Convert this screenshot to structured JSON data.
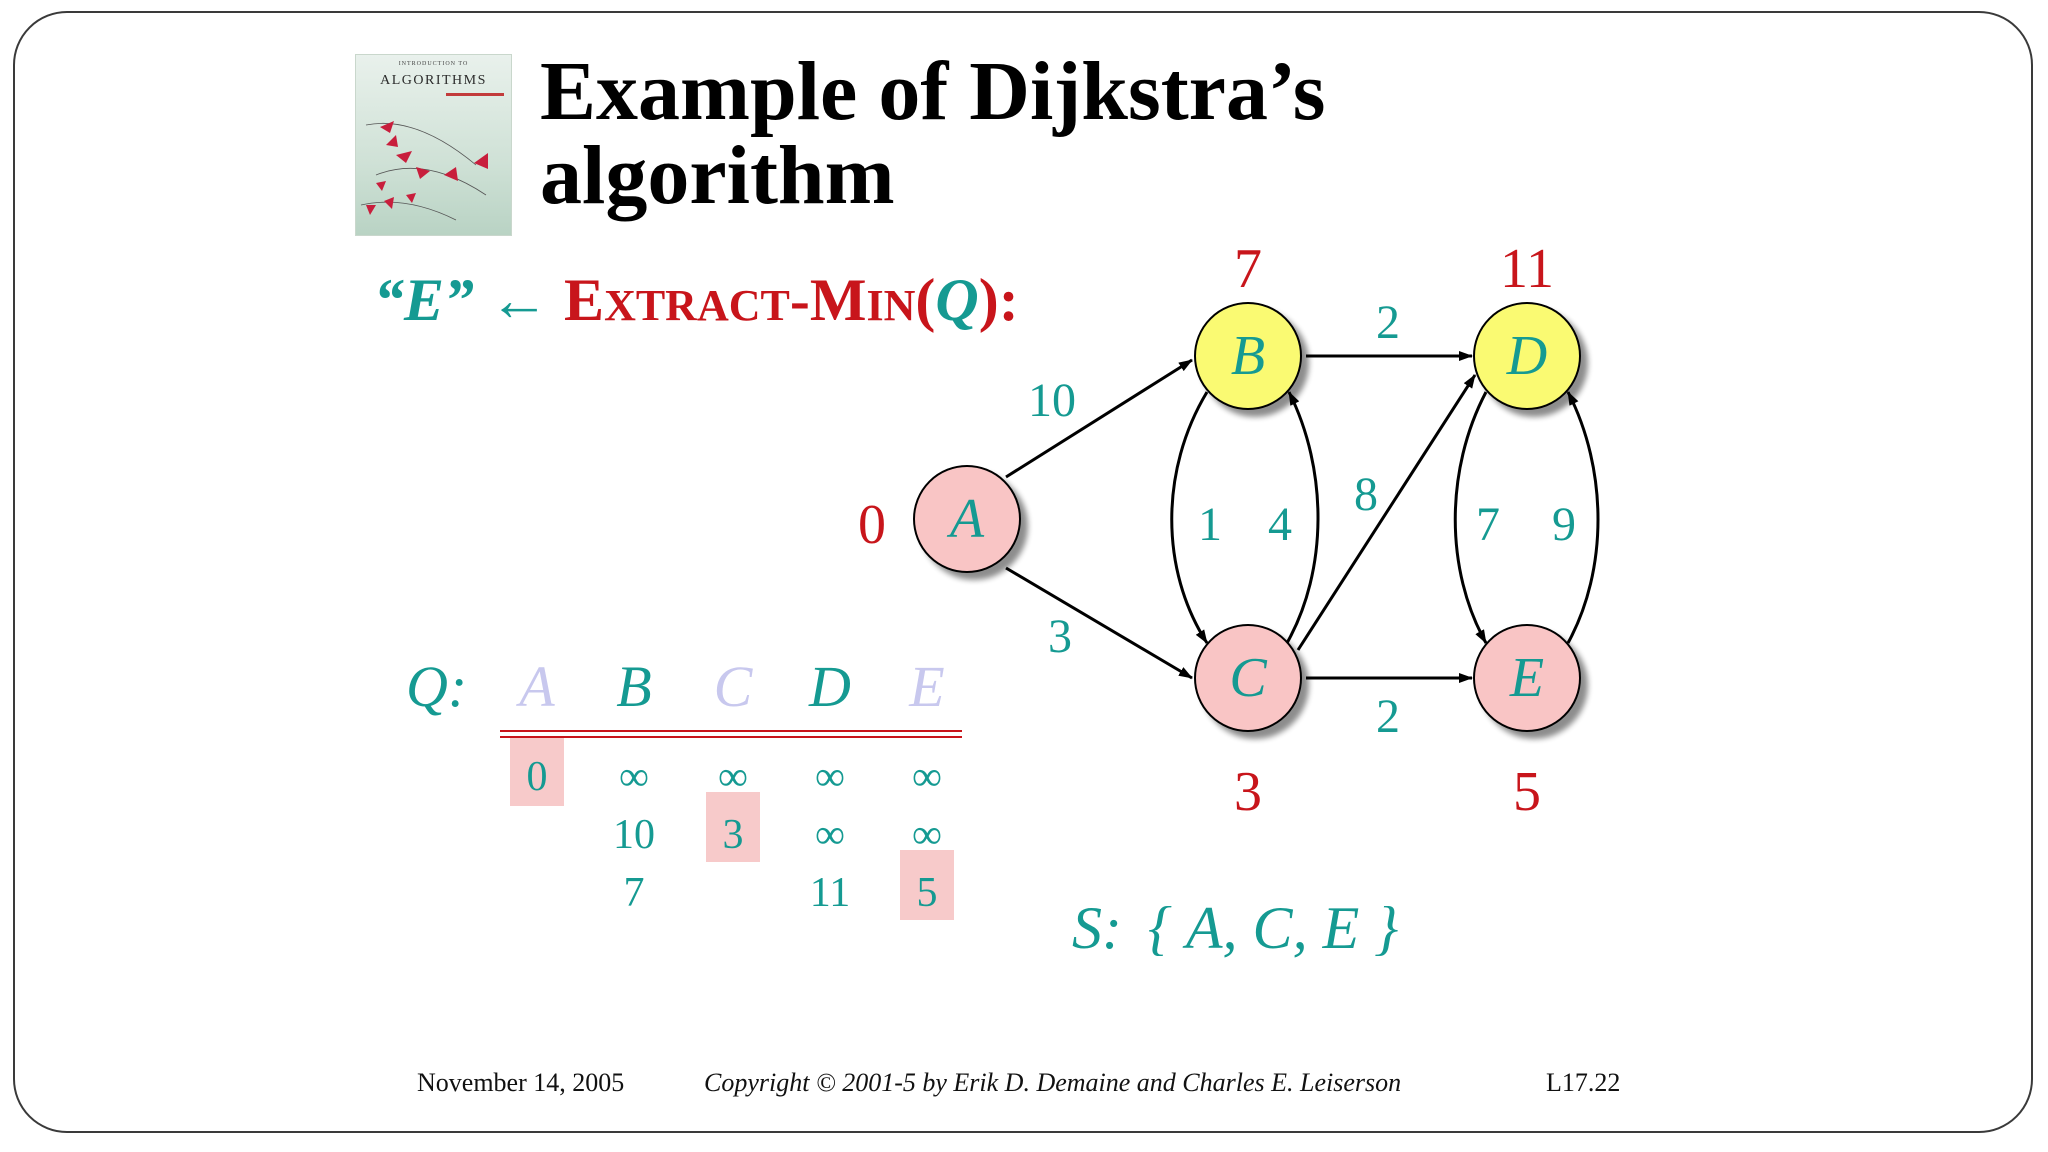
{
  "slide": {
    "title_line1": "Example of Dijkstra’s",
    "title_line2": "algorithm",
    "cover": {
      "subtitle": "INTRODUCTION TO",
      "title": "ALGORITHMS"
    },
    "step": {
      "quoted": "“E”",
      "arrow": "←",
      "extract_E": "E",
      "extract_xtract": "XTRACT",
      "extract_dash": "-",
      "extract_M": "M",
      "extract_in": "IN",
      "paren_open": "(",
      "queue_var": "Q",
      "paren_close": ")",
      "colon": ":"
    }
  },
  "graph": {
    "nodes": [
      {
        "id": "A",
        "label": "A",
        "fill": "#f9c5c5",
        "dist": "0"
      },
      {
        "id": "B",
        "label": "B",
        "fill": "#fafa72",
        "dist": "7"
      },
      {
        "id": "C",
        "label": "C",
        "fill": "#f9c5c5",
        "dist": "3"
      },
      {
        "id": "D",
        "label": "D",
        "fill": "#fafa72",
        "dist": "11"
      },
      {
        "id": "E",
        "label": "E",
        "fill": "#f9c5c5",
        "dist": "5"
      }
    ],
    "edges": [
      {
        "from": "A",
        "to": "B",
        "weight": "10"
      },
      {
        "from": "A",
        "to": "C",
        "weight": "3"
      },
      {
        "from": "B",
        "to": "D",
        "weight": "2"
      },
      {
        "from": "B",
        "to": "C",
        "weight": "1"
      },
      {
        "from": "C",
        "to": "B",
        "weight": "4"
      },
      {
        "from": "C",
        "to": "D",
        "weight": "8"
      },
      {
        "from": "C",
        "to": "E",
        "weight": "2"
      },
      {
        "from": "D",
        "to": "E",
        "weight": "7"
      },
      {
        "from": "E",
        "to": "D",
        "weight": "9"
      }
    ]
  },
  "queue": {
    "label": "Q:",
    "headers": [
      {
        "text": "A",
        "faded": true
      },
      {
        "text": "B",
        "faded": false
      },
      {
        "text": "C",
        "faded": true
      },
      {
        "text": "D",
        "faded": false
      },
      {
        "text": "E",
        "faded": true
      }
    ],
    "rows": [
      [
        "0",
        "∞",
        "∞",
        "∞",
        "∞"
      ],
      [
        "",
        "10",
        "3",
        "∞",
        "∞"
      ],
      [
        "",
        "7",
        "",
        "11",
        "5"
      ]
    ],
    "highlights": [
      [
        0,
        0
      ],
      [
        1,
        2
      ],
      [
        2,
        4
      ]
    ]
  },
  "set_s": {
    "label": "S:",
    "value": "{ A, C, E }"
  },
  "footer": {
    "date": "November 14, 2005",
    "copyright": "Copyright © 2001-5 by Erik D. Demaine and Charles E. Leiserson",
    "slide_no": "L17.22"
  },
  "colors": {
    "teal": "#159a92",
    "red": "#c8151b",
    "visited_fill": "#f9c5c5",
    "queued_fill": "#fafa72",
    "faded": "#c8c8ee",
    "highlight": "#f7caca"
  }
}
